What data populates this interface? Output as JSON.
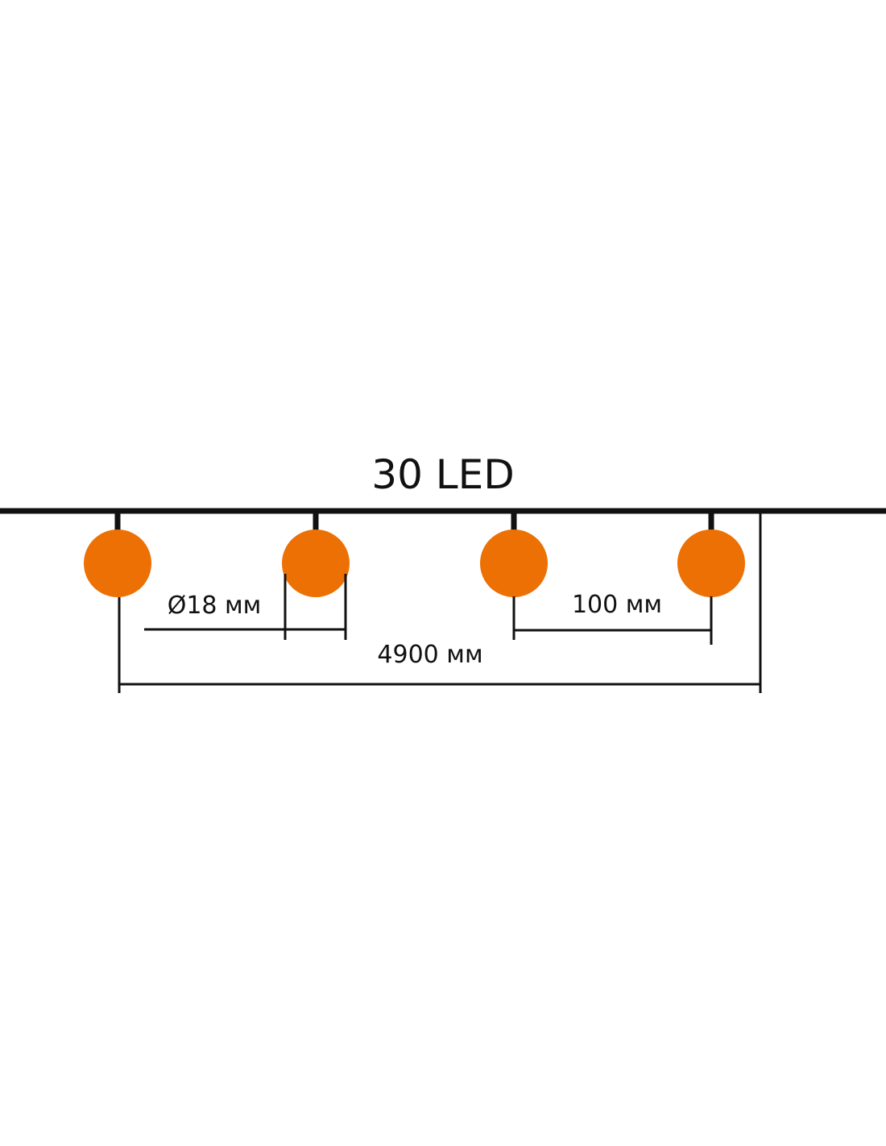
{
  "title": "30 LED",
  "labels": {
    "diameter": "Ø18 мм",
    "spacing": "100 мм",
    "total_length": "4900 мм"
  },
  "colors": {
    "bulb": "#ED7004",
    "wire": "#111111",
    "background": "#FFFFFF"
  },
  "bulbs": [
    {
      "name": "led-bulb-1"
    },
    {
      "name": "led-bulb-2"
    },
    {
      "name": "led-bulb-3"
    },
    {
      "name": "led-bulb-4"
    }
  ]
}
